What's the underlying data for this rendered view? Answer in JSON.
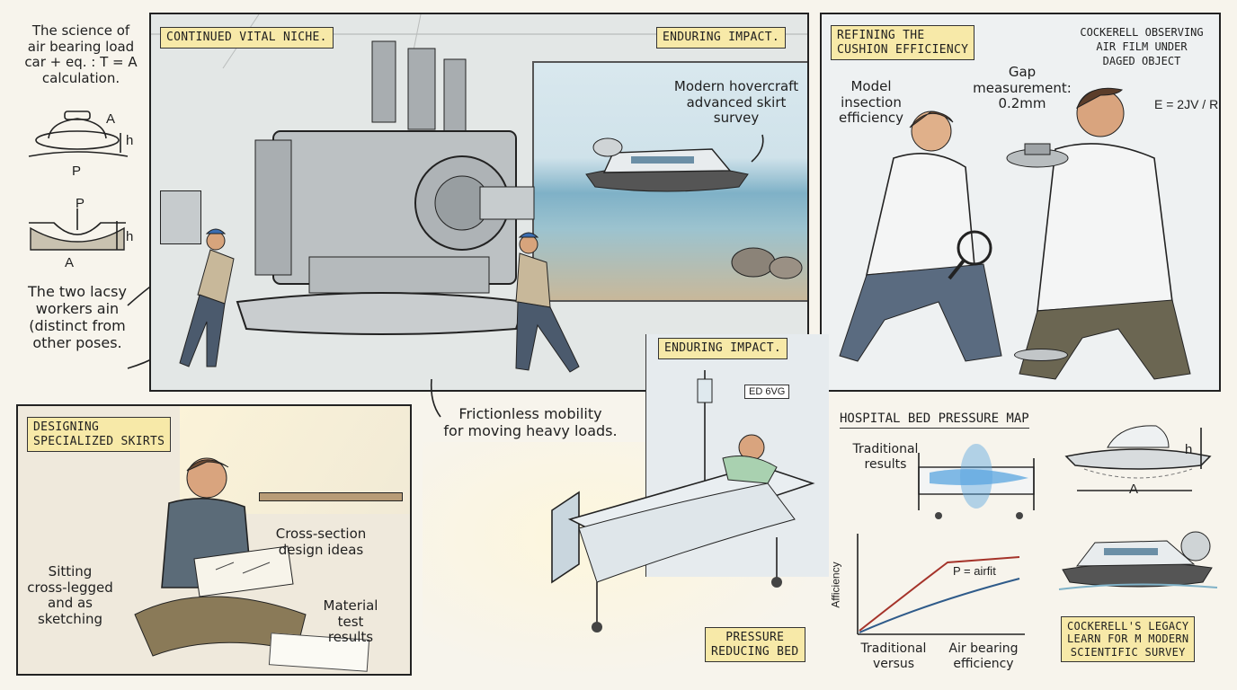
{
  "left_column": {
    "intro": [
      "The science of",
      "air bearing load",
      "car + eq. : T = A",
      "calculation."
    ],
    "diagram1_labels": {
      "a": "A",
      "h": "h",
      "p": "P"
    },
    "diagram2_labels": {
      "p": "P",
      "h": "h",
      "a": "A"
    },
    "workers_note": [
      "The two lacsy",
      "workers ain",
      "(distinct from",
      "other poses."
    ]
  },
  "panel_industrial": {
    "tag_left": "CONTINUED VITAL NICHE.",
    "tag_right": "ENDURING IMPACT.",
    "hovercraft_note": [
      "Modern hovercraft",
      "advanced skirt",
      "survey"
    ]
  },
  "panel_lab": {
    "tag": [
      "REFINING THE",
      "CUSHION EFFICIENCY"
    ],
    "observe_note": [
      "COCKERELL OBSERVING",
      "AIR FILM UNDER",
      "DAGED OBJECT"
    ],
    "model_note": [
      "Model",
      "insection",
      "efficiency"
    ],
    "gap_note": [
      "Gap",
      "measurement:",
      "0.2mm"
    ],
    "equation": "E = 2JV / R"
  },
  "frictionless_note": [
    "Frictionless mobility",
    "for moving heavy loads."
  ],
  "panel_designer": {
    "tag": [
      "DESIGNING",
      "SPECIALIZED SKIRTS"
    ],
    "cross_section_note": [
      "Cross-section",
      "design ideas"
    ],
    "sitting_note": [
      "Sitting",
      "cross-legged",
      "and as",
      "sketching"
    ],
    "material_note": [
      "Material",
      "test",
      "results"
    ]
  },
  "hospital": {
    "tag": "ENDURING IMPACT.",
    "bed_tag": [
      "PRESSURE",
      "REDUCING BED"
    ],
    "room_sign": "ED 6VG"
  },
  "pressure_map": {
    "title": "HOSPITAL BED PRESSURE MAP",
    "traditional_note": [
      "Traditional",
      "results"
    ],
    "curve_label": "P = airfit",
    "ylabel": "Afficiency",
    "x_left": [
      "Traditional",
      "versus"
    ],
    "x_right": [
      "Air bearing",
      "efficiency"
    ]
  },
  "right_column": {
    "h_label": "h",
    "a_label": "A",
    "legacy_tag": [
      "COCKERELL'S LEGACY",
      "LEARN FOR M MODERN",
      "SCIENTIFIC SURVEY"
    ]
  },
  "colors": {
    "tag_fill": "#f7e9a8",
    "ink": "#222222",
    "water": "#7fb1c7",
    "pressure_blue": "#5aa6e0"
  }
}
